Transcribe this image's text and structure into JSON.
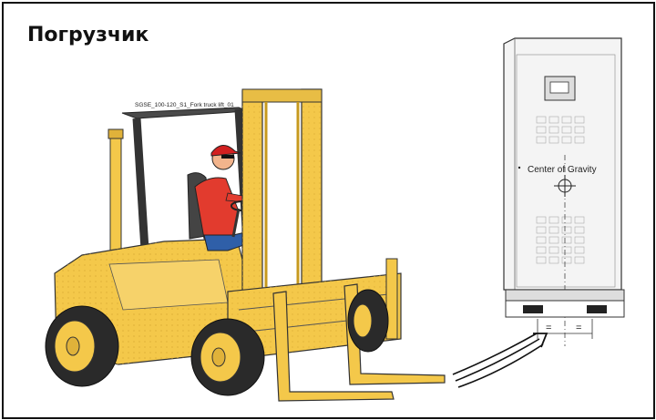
{
  "title": "Погрузчик",
  "labels": {
    "drawing_id": "SGSE_100-120_S1_Fork truck lift_01",
    "center_of_gravity": "Center of Gravity",
    "equal_left": "=",
    "equal_right": "="
  },
  "colors": {
    "forklift_body": "#F4C84A",
    "forklift_dark": "#C79A1E",
    "tire": "#2A2A2A",
    "cabinet": "#F2F2F2",
    "operator_shirt": "#E23B2E",
    "operator_pants": "#2F5FA8",
    "cap": "#D22020"
  }
}
